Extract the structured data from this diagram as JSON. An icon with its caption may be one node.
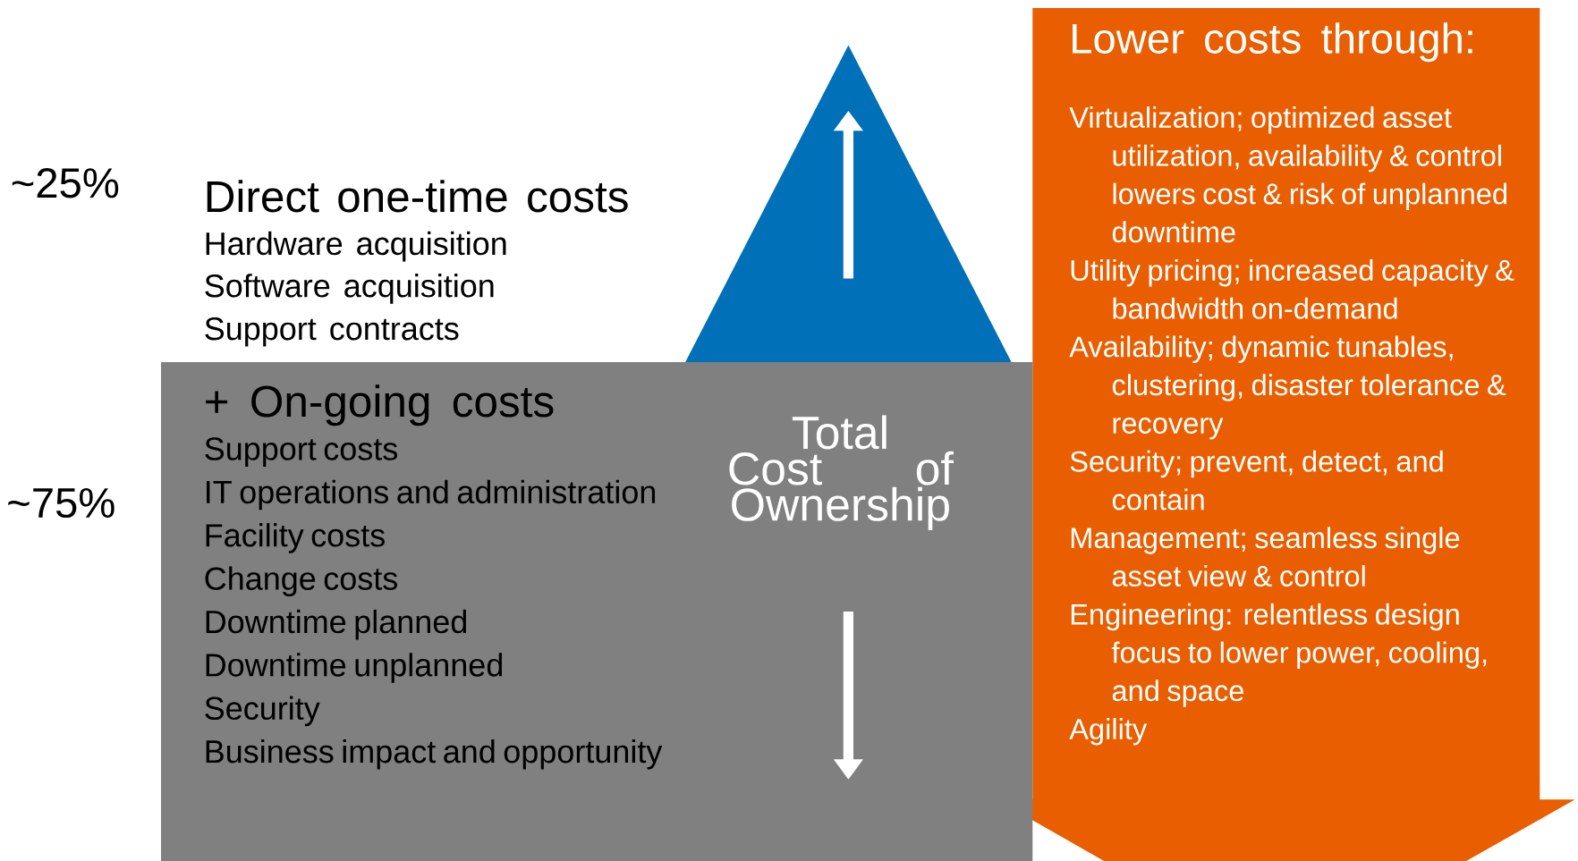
{
  "diagram": {
    "nodes": [
      {
        "text": [
          "Lower costs through:",
          "Virtualization; optimized asset utilization, availability & control lowers cost & risk of unplanned downtime",
          "Utility pricing; increased capacity & bandwidth on-demand",
          "Availability; dynamic tunables, clustering, disaster tolerance & recovery",
          "Security; prevent, detect, and contain",
          "Management; seamless single asset view & control",
          "Engineering: relentless design focus to lower power, cooling, and space",
          "Agility"
        ]
      },
      {
        "text": [
          "+ On-going costs",
          "Support costs",
          "IT operations and administration",
          "Facility costs",
          "Change costs",
          "Downtime planned",
          "Downtime unplanned",
          "Security",
          "Business impact and opportunity"
        ]
      },
      {
        "text": [],
        "shape": "triangle"
      }
    ],
    "labels": [
      "~25%",
      "Direct one-time costs",
      "Hardware acquisition",
      "Software acquisition",
      "Support contracts",
      "~75%",
      "Total Cost of Ownership"
    ]
  }
}
